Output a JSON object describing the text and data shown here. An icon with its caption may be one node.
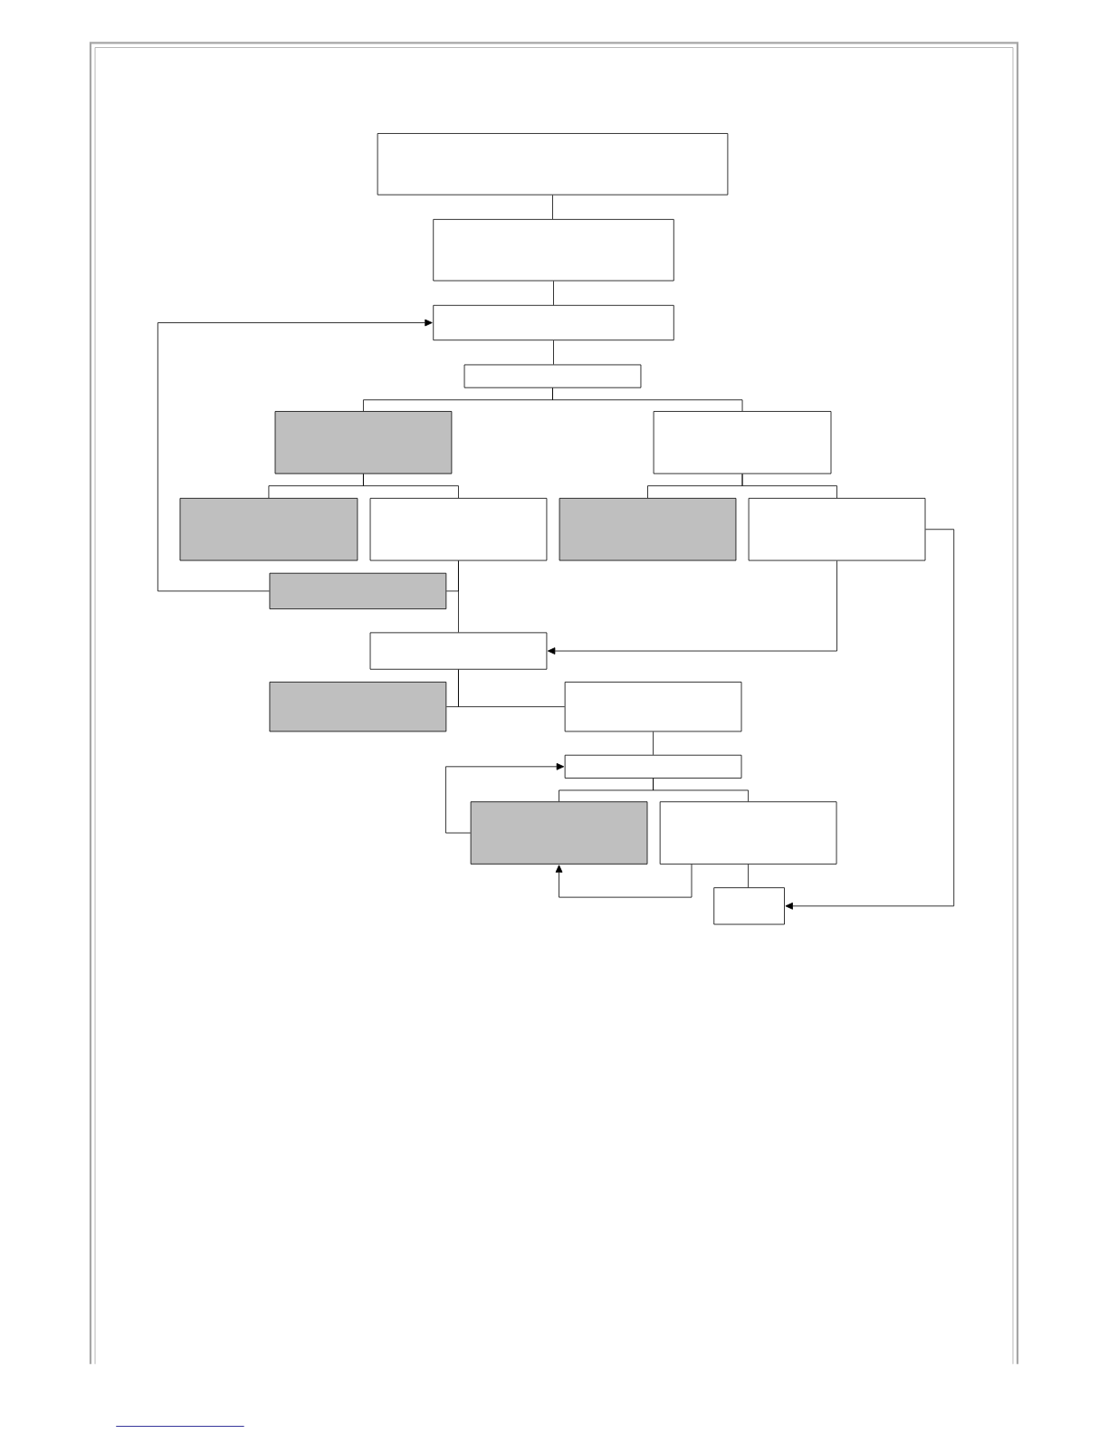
{
  "diagram": {
    "nodes": [
      {
        "text": [],
        "shape": "box"
      },
      {
        "text": [],
        "shape": "box"
      },
      {
        "text": [],
        "shape": "box"
      },
      {
        "text": [],
        "shape": "box"
      },
      {
        "text": [],
        "shape": "box"
      },
      {
        "text": [],
        "shape": "box"
      },
      {
        "text": [],
        "shape": "box"
      },
      {
        "text": [],
        "shape": "box"
      },
      {
        "text": [],
        "shape": "box"
      },
      {
        "text": [],
        "shape": "box"
      },
      {
        "text": [],
        "shape": "box"
      },
      {
        "text": [],
        "shape": "box"
      },
      {
        "text": [],
        "shape": "box"
      },
      {
        "text": [],
        "shape": "box"
      },
      {
        "text": [],
        "shape": "box"
      },
      {
        "text": [],
        "shape": "box"
      },
      {
        "text": [],
        "shape": "box"
      },
      {
        "text": [],
        "shape": "box"
      }
    ],
    "edges": [
      {
        "from": 0,
        "to": 1,
        "arrow": "none"
      },
      {
        "from": 1,
        "to": 2,
        "arrow": "none"
      },
      {
        "from": 2,
        "to": 3,
        "arrow": "none"
      },
      {
        "from": 3,
        "to": 4,
        "arrow": "none"
      },
      {
        "from": 3,
        "to": 5,
        "arrow": "none"
      },
      {
        "from": 4,
        "to": 6,
        "arrow": "none"
      },
      {
        "from": 4,
        "to": 7,
        "arrow": "none"
      },
      {
        "from": 5,
        "to": 8,
        "arrow": "none"
      },
      {
        "from": 5,
        "to": 9,
        "arrow": "none"
      },
      {
        "from": 10,
        "to": 2,
        "arrow": "to"
      },
      {
        "from": 7,
        "to": 10,
        "arrow": "none"
      },
      {
        "from": 7,
        "to": 11,
        "arrow": "none"
      },
      {
        "from": 9,
        "to": 11,
        "arrow": "to"
      },
      {
        "from": 11,
        "to": 12,
        "arrow": "none"
      },
      {
        "from": 11,
        "to": 13,
        "arrow": "none"
      },
      {
        "from": 13,
        "to": 14,
        "arrow": "none"
      },
      {
        "from": 14,
        "to": 15,
        "arrow": "none"
      },
      {
        "from": 14,
        "to": 16,
        "arrow": "none"
      },
      {
        "from": 15,
        "to": 14,
        "arrow": "to"
      },
      {
        "from": 16,
        "to": 15,
        "arrow": "to"
      },
      {
        "from": 16,
        "to": 17,
        "arrow": "none"
      },
      {
        "from": 9,
        "to": 17,
        "arrow": "to"
      }
    ]
  }
}
